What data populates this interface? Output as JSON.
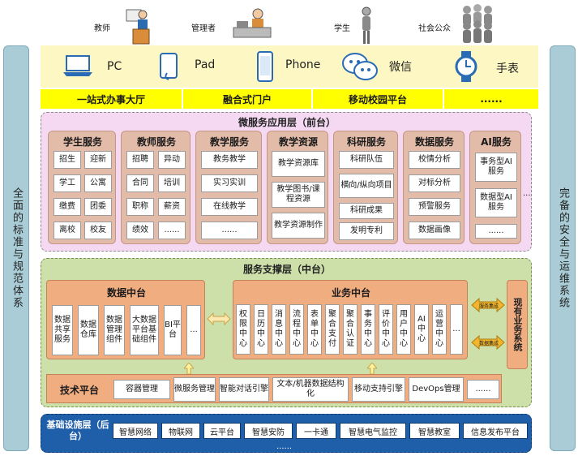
{
  "users": [
    {
      "label": "教师",
      "icon": "teacher-icon"
    },
    {
      "label": "管理者",
      "icon": "manager-icon"
    },
    {
      "label": "学生",
      "icon": "student-icon"
    },
    {
      "label": "社会公众",
      "icon": "public-icon"
    }
  ],
  "devices": [
    {
      "label": "PC",
      "icon": "laptop-icon"
    },
    {
      "label": "Pad",
      "icon": "tablet-icon"
    },
    {
      "label": "Phone",
      "icon": "phone-icon"
    },
    {
      "label": "微信",
      "icon": "wechat-icon"
    },
    {
      "label": "手表",
      "icon": "watch-icon"
    }
  ],
  "portals": [
    "一站式办事大厅",
    "融合式门户",
    "移动校园平台",
    "......"
  ],
  "left_pillar": "全面的标准与规范体系",
  "right_pillar": "完备的安全与运维系统",
  "front_layer": {
    "title": "微服务应用层（前台）",
    "student": {
      "title": "学生服务",
      "items": [
        "招生",
        "迎新",
        "学工",
        "公寓",
        "缴费",
        "团委",
        "离校",
        "校友"
      ]
    },
    "teacher": {
      "title": "教师服务",
      "items": [
        "招聘",
        "异动",
        "合同",
        "培训",
        "职称",
        "薪资",
        "绩效",
        "......"
      ]
    },
    "teaching": {
      "title": "教学服务",
      "items": [
        "教务教学",
        "实习实训",
        "在线教学",
        "......"
      ]
    },
    "resources": {
      "title": "教学资源",
      "items": [
        "教学资源库",
        "教学图书/课程资源",
        "教学资源制作"
      ]
    },
    "research": {
      "title": "科研服务",
      "items": [
        "科研队伍",
        "横向/纵向项目",
        "科研成果",
        "发明专利"
      ]
    },
    "data": {
      "title": "数据服务",
      "items": [
        "校情分析",
        "对标分析",
        "预警服务",
        "数据画像"
      ]
    },
    "ai": {
      "title": "AI服务",
      "items": [
        "事务型AI服务",
        "数据型AI服务",
        "......"
      ]
    },
    "more": "..."
  },
  "middle_layer": {
    "title": "服务支撑层（中台）",
    "data_center": {
      "title": "数据中台",
      "items": [
        "数据共享服务",
        "数据仓库",
        "数据管理组件",
        "大数据平台基础组件",
        "BI平台",
        "..."
      ]
    },
    "business_center": {
      "title": "业务中台",
      "items": [
        "权限中心",
        "日历中心",
        "消息中心",
        "流程中心",
        "表单中心",
        "聚合支付",
        "聚合认证",
        "事务中心",
        "评价中心",
        "用户中心",
        "AI中心",
        "运营中心",
        "..."
      ]
    },
    "arrow_labels": [
      "服务集成",
      "数据集成"
    ],
    "existing_system": "现有业务系统",
    "tech_platform": {
      "title": "技术平台",
      "items": [
        "容器管理",
        "微服务管理",
        "智能对话引擎",
        "文本/机器数据结构化",
        "移动支持引擎",
        "DevOps管理",
        "......"
      ]
    }
  },
  "back_layer": {
    "title": "基础设施层（后台）",
    "items": [
      "智慧网络",
      "物联网",
      "云平台",
      "智慧安防",
      "一卡通",
      "智慧电气监控",
      "智慧教室",
      "信息发布平台"
    ],
    "more": "......"
  },
  "colors": {
    "pillar": "#a9ccd6",
    "portal": "#ffff00",
    "front": "#f5d9f3",
    "middle": "#cde0a9",
    "back": "#1f5faa",
    "orange": "#f0ad80"
  }
}
